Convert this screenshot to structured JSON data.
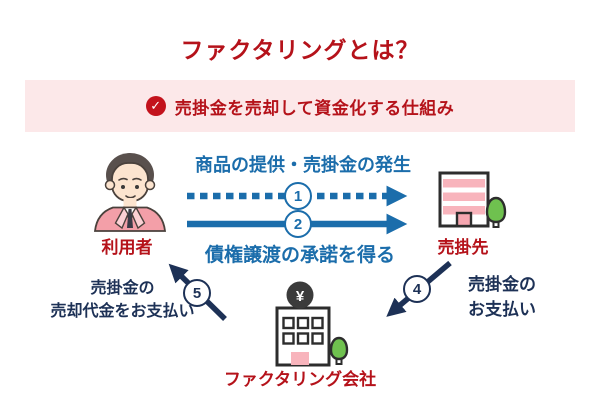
{
  "title": "ファクタリングとは？",
  "banner": {
    "check_icon": "✓",
    "text": "売掛金を売却して資金化する仕組み"
  },
  "colors": {
    "accent_red": "#b5121a",
    "banner_bg": "#fce8e9",
    "flow_blue": "#1b6dab",
    "flow_navy": "#1d3156",
    "pink": "#f8b4bc",
    "tree_green": "#6fc14f"
  },
  "diagram": {
    "actors": [
      {
        "id": "user",
        "label": "利用者",
        "icon": "person-icon"
      },
      {
        "id": "customer",
        "label": "売掛先",
        "icon": "building-icon"
      },
      {
        "id": "factoring",
        "label": "ファクタリング会社",
        "icon": "bank-building-icon",
        "badge": "¥"
      }
    ],
    "flows": [
      {
        "step": "1",
        "label": "商品の提供・売掛金の発生",
        "from": "user",
        "to": "customer",
        "style": "dashed"
      },
      {
        "step": "2",
        "label": "債権譲渡の承諾を得る",
        "from": "user",
        "to": "customer",
        "style": "solid"
      },
      {
        "step": "4",
        "label_line1": "売掛金の",
        "label_line2": "お支払い",
        "from": "customer",
        "to": "factoring",
        "style": "solid"
      },
      {
        "step": "5",
        "label_line1": "売掛金の",
        "label_line2": "売却代金をお支払い",
        "from": "factoring",
        "to": "user",
        "style": "solid"
      }
    ]
  }
}
